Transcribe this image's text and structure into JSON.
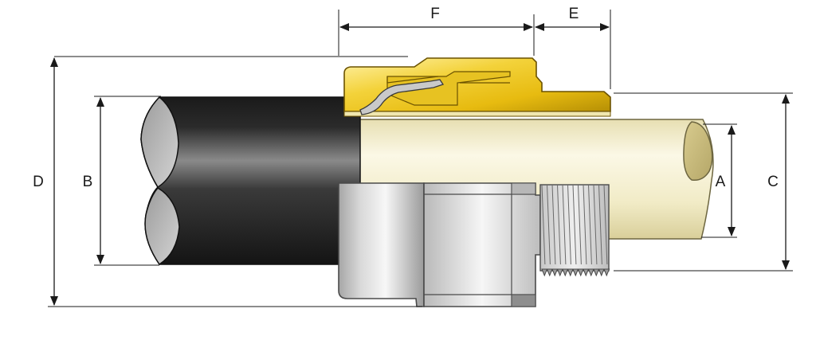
{
  "diagram": {
    "dimensions": {
      "A": "A",
      "B": "B",
      "C": "C",
      "D": "D",
      "E": "E",
      "F": "F"
    },
    "colors": {
      "brass_light": "#f6e27a",
      "brass_dark": "#caa20f",
      "cable_outer_dark": "#1b1b1b",
      "cable_outer_light": "#8a8a8a",
      "cable_inner": "#f2ecc4",
      "metal_light": "#f4f4f4",
      "metal_dark": "#8e8e8e"
    }
  }
}
